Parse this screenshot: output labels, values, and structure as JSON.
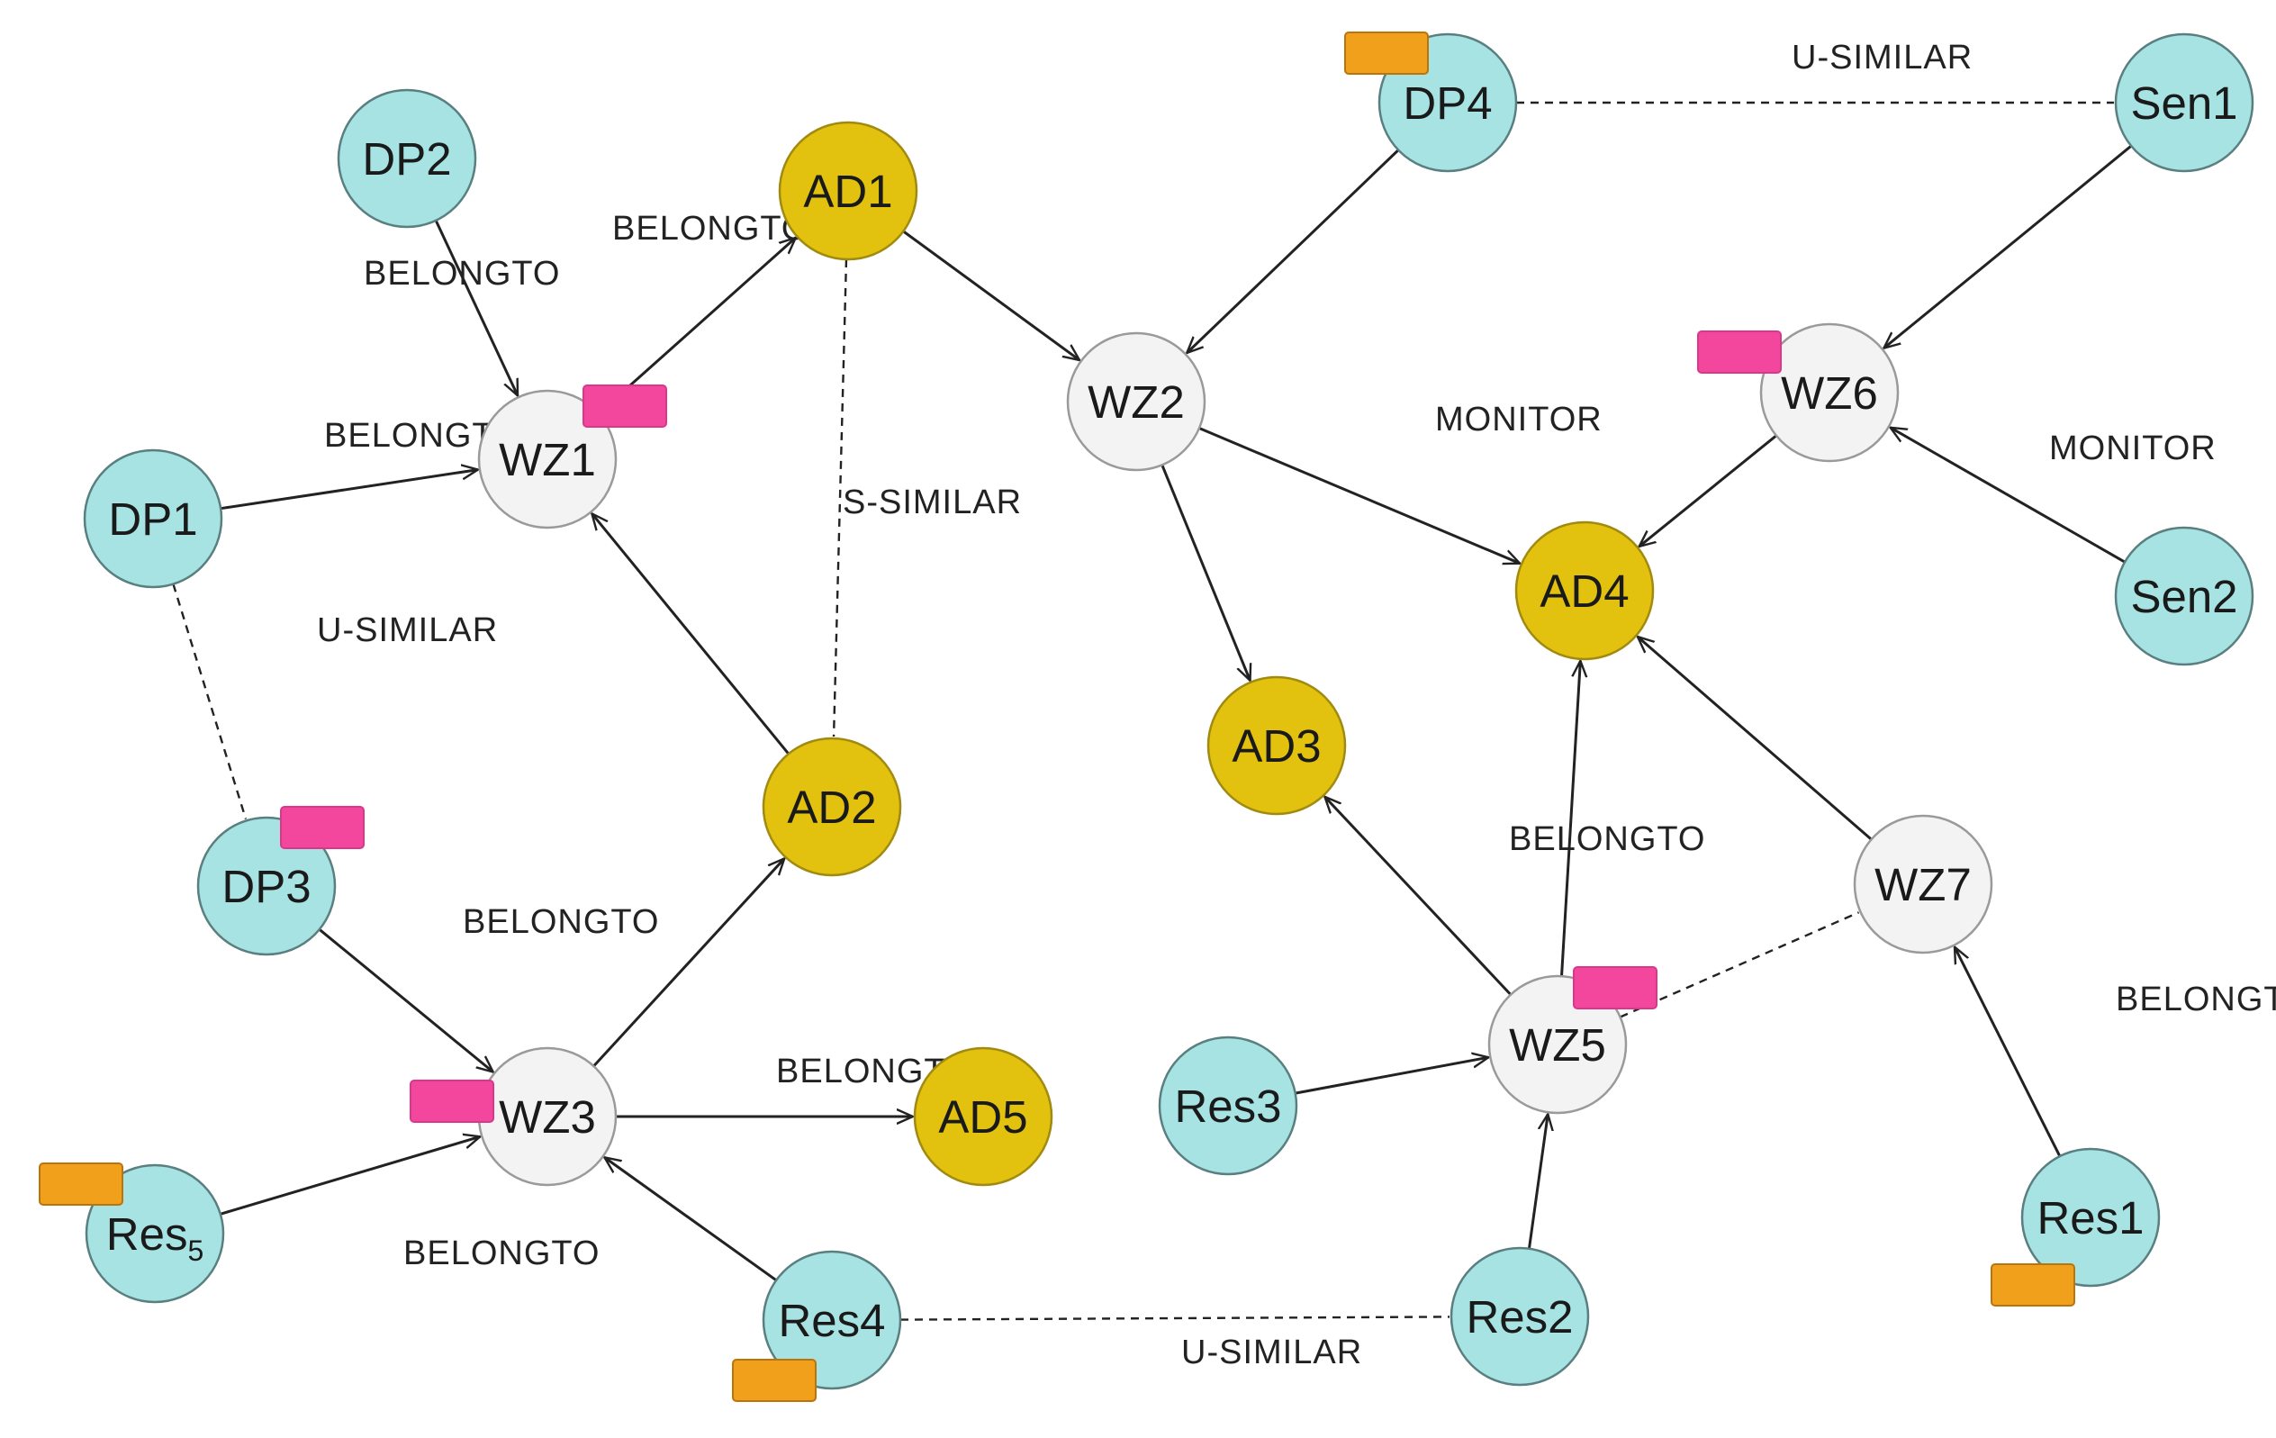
{
  "colors": {
    "cyan_node": "#a7e3e3",
    "gold_node": "#e2c10f",
    "gray_node": "#f3f3f3",
    "node_stroke": "#5a7f80",
    "pink_badge": "#f2479d",
    "orange_badge": "#f0a01a",
    "edge": "#222222"
  },
  "nodes": [
    {
      "id": "DP2",
      "label": "DP2",
      "kind": "cyan"
    },
    {
      "id": "AD1",
      "label": "AD1",
      "kind": "gold"
    },
    {
      "id": "DP4",
      "label": "DP4",
      "kind": "cyan",
      "badge": "orange"
    },
    {
      "id": "Sen1",
      "label": "Sen1",
      "kind": "cyan"
    },
    {
      "id": "WZ1",
      "label": "WZ1",
      "kind": "gray",
      "badge": "pink"
    },
    {
      "id": "WZ2",
      "label": "WZ2",
      "kind": "gray"
    },
    {
      "id": "WZ6",
      "label": "WZ6",
      "kind": "gray",
      "badge": "pink"
    },
    {
      "id": "DP1",
      "label": "DP1",
      "kind": "cyan"
    },
    {
      "id": "AD4",
      "label": "AD4",
      "kind": "gold"
    },
    {
      "id": "Sen2",
      "label": "Sen2",
      "kind": "cyan"
    },
    {
      "id": "AD3",
      "label": "AD3",
      "kind": "gold"
    },
    {
      "id": "AD2",
      "label": "AD2",
      "kind": "gold"
    },
    {
      "id": "DP3",
      "label": "DP3",
      "kind": "cyan",
      "badge": "pink"
    },
    {
      "id": "WZ7",
      "label": "WZ7",
      "kind": "gray"
    },
    {
      "id": "WZ5",
      "label": "WZ5",
      "kind": "gray",
      "badge": "pink"
    },
    {
      "id": "WZ3",
      "label": "WZ3",
      "kind": "gray",
      "badge": "pink"
    },
    {
      "id": "AD5",
      "label": "AD5",
      "kind": "gold"
    },
    {
      "id": "Res3",
      "label": "Res3",
      "kind": "cyan"
    },
    {
      "id": "Res5",
      "label": "Res",
      "sub": "5",
      "kind": "cyan",
      "badge": "orange"
    },
    {
      "id": "Res1",
      "label": "Res1",
      "kind": "cyan",
      "badge": "orange"
    },
    {
      "id": "Res4",
      "label": "Res4",
      "kind": "cyan",
      "badge": "orange"
    },
    {
      "id": "Res2",
      "label": "Res2",
      "kind": "cyan"
    }
  ],
  "edges": [
    {
      "from": "DP2",
      "to": "WZ1",
      "style": "solid"
    },
    {
      "from": "DP1",
      "to": "WZ1",
      "style": "solid"
    },
    {
      "from": "WZ1",
      "to": "AD1",
      "style": "solid"
    },
    {
      "from": "AD2",
      "to": "WZ1",
      "style": "solid"
    },
    {
      "from": "AD1",
      "to": "WZ2",
      "style": "solid"
    },
    {
      "from": "DP4",
      "to": "WZ2",
      "style": "solid"
    },
    {
      "from": "WZ2",
      "to": "AD4",
      "style": "solid"
    },
    {
      "from": "WZ2",
      "to": "AD3",
      "style": "solid"
    },
    {
      "from": "Sen1",
      "to": "WZ6",
      "style": "solid"
    },
    {
      "from": "Sen2",
      "to": "WZ6",
      "style": "solid"
    },
    {
      "from": "WZ6",
      "to": "AD4",
      "style": "solid"
    },
    {
      "from": "DP3",
      "to": "WZ3",
      "style": "solid"
    },
    {
      "from": "WZ3",
      "to": "AD2",
      "style": "solid"
    },
    {
      "from": "WZ3",
      "to": "AD5",
      "style": "solid"
    },
    {
      "from": "Res5",
      "to": "WZ3",
      "style": "solid"
    },
    {
      "from": "Res4",
      "to": "WZ3",
      "style": "solid"
    },
    {
      "from": "WZ5",
      "to": "AD3",
      "style": "solid"
    },
    {
      "from": "WZ5",
      "to": "AD4",
      "style": "solid"
    },
    {
      "from": "WZ7",
      "to": "AD4",
      "style": "solid"
    },
    {
      "from": "Res3",
      "to": "WZ5",
      "style": "solid"
    },
    {
      "from": "Res2",
      "to": "WZ5",
      "style": "solid"
    },
    {
      "from": "Res1",
      "to": "WZ7",
      "style": "solid"
    },
    {
      "from": "DP4",
      "to": "Sen1",
      "style": "dashed"
    },
    {
      "from": "AD1",
      "to": "AD2",
      "style": "dashed"
    },
    {
      "from": "DP1",
      "to": "DP3",
      "style": "dashed"
    },
    {
      "from": "Res4",
      "to": "Res2",
      "style": "dashed"
    },
    {
      "from": "WZ5",
      "to": "WZ7",
      "style": "dashed"
    }
  ],
  "edge_labels": [
    "BELONGTO",
    "BELONGTO",
    "BELONGTO",
    "U-SIMILAR",
    "MONITOR",
    "MONITOR",
    "S-SIMILAR",
    "U-SIMILAR",
    "BELONGTO",
    "BELONGTO",
    "BELONGTO",
    "BELONGTO",
    "BELONGTO",
    "U-SIMILAR"
  ]
}
